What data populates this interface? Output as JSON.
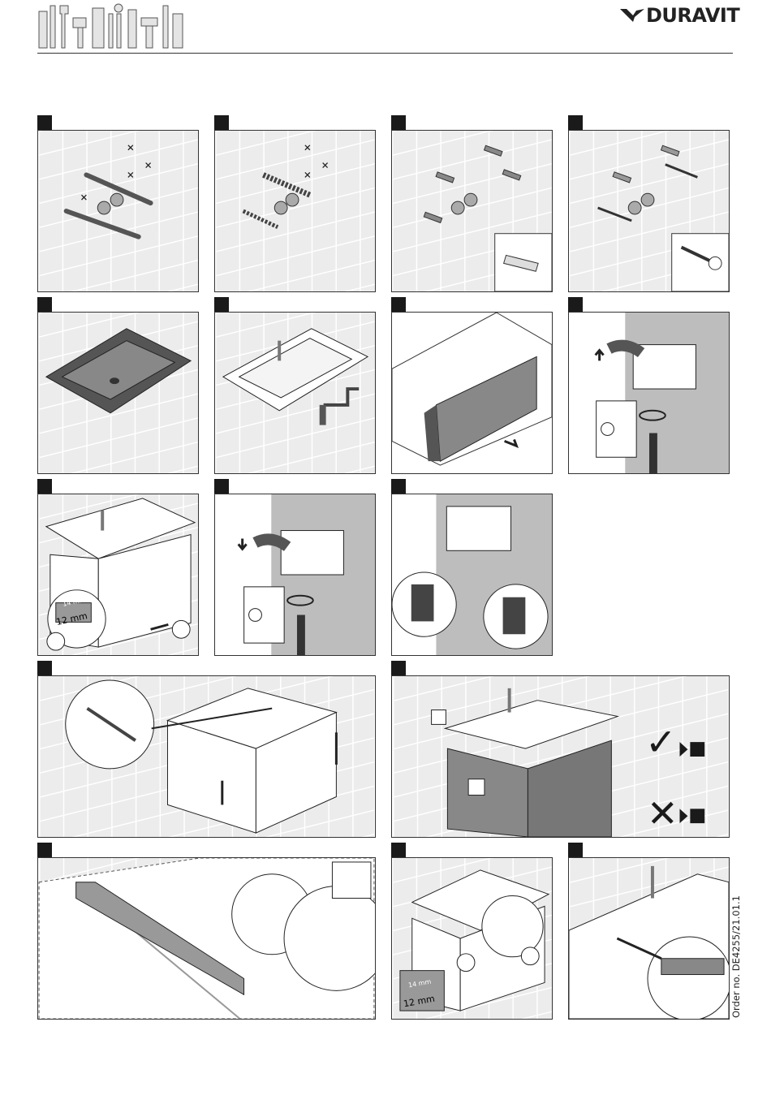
{
  "header": {
    "brand": "DURAVIT"
  },
  "footer": {
    "order_no": "Order no. DE4255/21.01.1"
  },
  "panels": [
    {
      "id": "p1",
      "callouts": []
    },
    {
      "id": "p2",
      "callouts": []
    },
    {
      "id": "p3",
      "callouts": []
    },
    {
      "id": "p4",
      "callouts": []
    },
    {
      "id": "p5",
      "callouts": []
    },
    {
      "id": "p6",
      "callouts": []
    },
    {
      "id": "p7",
      "callouts": []
    },
    {
      "id": "p8",
      "callouts": []
    },
    {
      "id": "p9",
      "labels": {
        "depth": "12 mm",
        "spec": "14 mm"
      }
    },
    {
      "id": "p10",
      "callouts": []
    },
    {
      "id": "p11",
      "callouts": []
    },
    {
      "id": "p12",
      "callouts": []
    },
    {
      "id": "p13",
      "marks": {
        "ok": "✓",
        "no": "✕"
      }
    },
    {
      "id": "p14",
      "callouts": []
    },
    {
      "id": "p15",
      "labels": {
        "depth": "12 mm",
        "spec": "14 mm"
      }
    },
    {
      "id": "p16",
      "callouts": []
    }
  ],
  "colors": {
    "frame": "#333333",
    "tile": "#e6e6e6",
    "wall": "#bdbdbd",
    "dark": "#1a1a1a"
  },
  "icons": [
    "hammer-icon",
    "drill-icon",
    "wrench-icon",
    "spirit-level-icon",
    "screwdriver-icon",
    "tile-wall-pattern"
  ]
}
